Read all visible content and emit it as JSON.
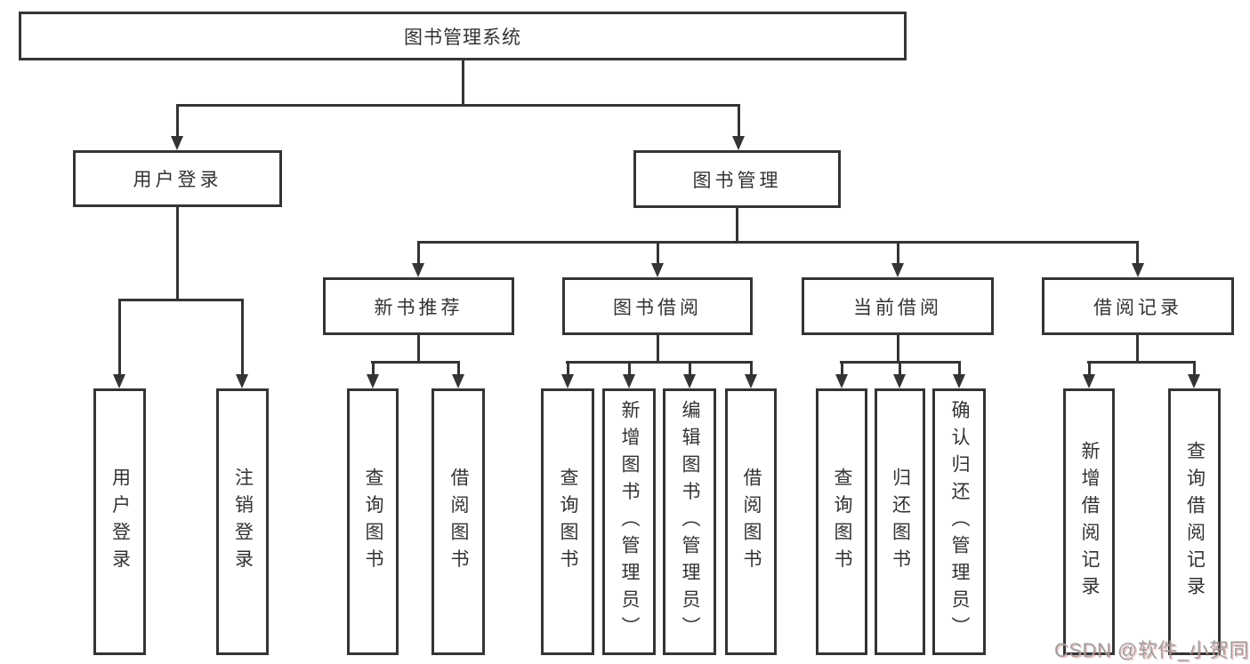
{
  "tree": {
    "root": "图书管理系统",
    "branches": [
      {
        "label": "用户登录",
        "leaves": [
          "用户登录",
          "注销登录"
        ]
      },
      {
        "label": "图书管理",
        "groups": [
          {
            "label": "新书推荐",
            "leaves": [
              "查询图书",
              "借阅图书"
            ]
          },
          {
            "label": "图书借阅",
            "leaves": [
              "查询图书",
              "新增图书（管理员）",
              "编辑图书（管理员）",
              "借阅图书"
            ]
          },
          {
            "label": "当前借阅",
            "leaves": [
              "查询图书",
              "归还图书",
              "确认归还（管理员）"
            ]
          },
          {
            "label": "借阅记录",
            "leaves": [
              "新增借阅记录",
              "查询借阅记录"
            ]
          }
        ]
      }
    ]
  },
  "watermark": "CSDN @软件_小贺同学",
  "colors": {
    "line": "#343434",
    "text": "#333333",
    "background": "#ffffff",
    "watermark": "#9e9e9e"
  }
}
